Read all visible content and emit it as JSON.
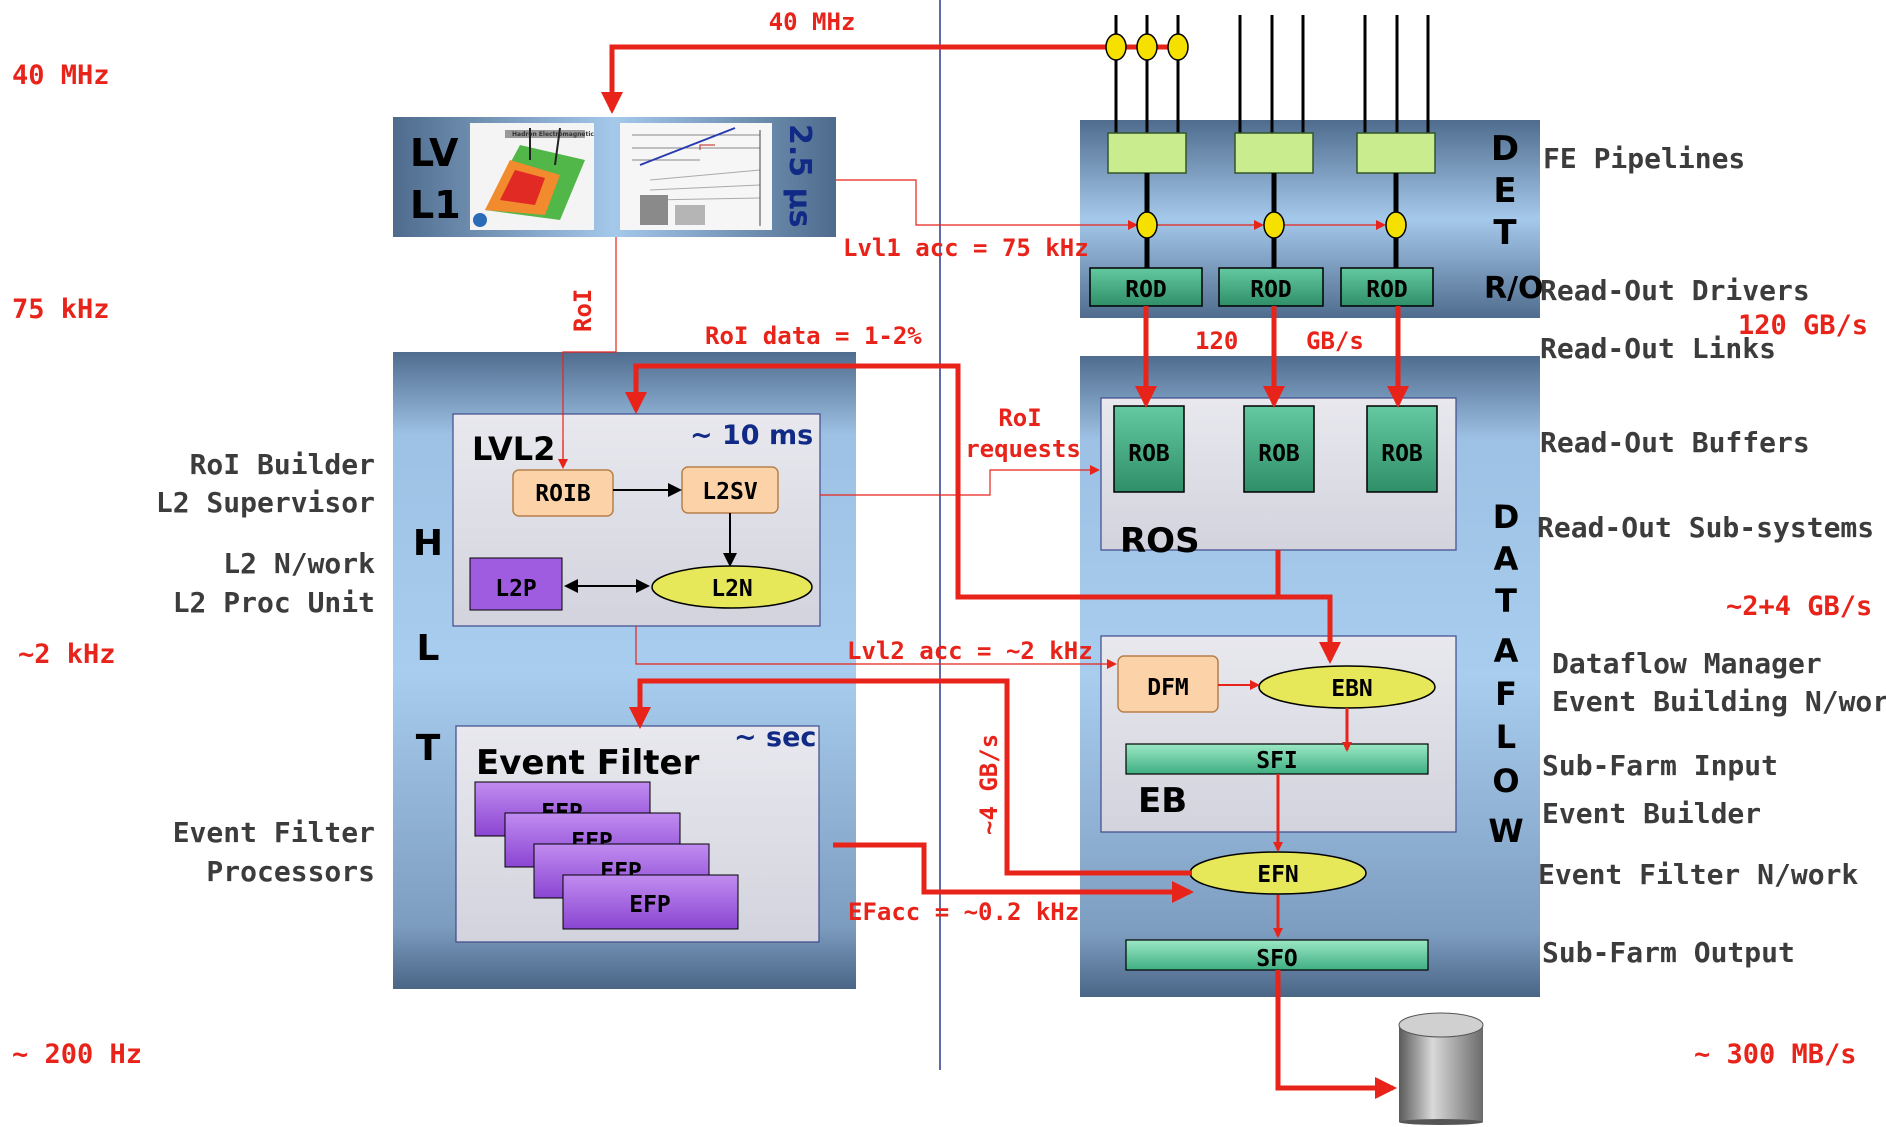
{
  "rates": {
    "r40mhz": "40 MHz",
    "r75khz": "75 kHz",
    "r2khz": "~2 kHz",
    "r200hz": "~ 200 Hz"
  },
  "right_rates": {
    "r120gbs": "120 GB/s",
    "r24gbs": "~2+4 GB/s",
    "r300mbs": "~ 300 MB/s"
  },
  "top_labels": {
    "clock": "40 MHz",
    "lvl1_acc": "Lvl1 acc = 75 kHz",
    "roi_vertical": "RoI",
    "roi_data": "RoI data = 1-2%",
    "readout_120": "120",
    "readout_gbs": "GB/s",
    "roi_requests_1": "RoI",
    "roi_requests_2": "requests",
    "lvl2_acc": "Lvl2 acc = ~2 kHz",
    "ef_bw": "~4 GB/s",
    "ef_acc": "EFacc = ~0.2 kHz"
  },
  "lvl1": {
    "label_line1": "LV",
    "label_line2": "L1",
    "latency": "2.5 μs",
    "image_caption": "Hadron Electromagnetic"
  },
  "hlt": {
    "letters": [
      "H",
      "L",
      "T"
    ],
    "lvl2_title": "LVL2",
    "lvl2_time": "~ 10 ms",
    "roib": "ROIB",
    "l2sv": "L2SV",
    "l2p": "L2P",
    "l2n": "L2N",
    "ef_title": "Event Filter",
    "ef_time": "~ sec",
    "efp": [
      "EFP",
      "EFP",
      "EFP",
      "EFP"
    ]
  },
  "left_labels": {
    "roi_builder": "RoI Builder",
    "l2_supervisor": "L2 Supervisor",
    "l2_network": "L2 N/work",
    "l2_proc": "L2 Proc Unit",
    "ef_line1": "Event Filter",
    "ef_line2": "Processors"
  },
  "detector": {
    "letters": [
      "D",
      "E",
      "T"
    ],
    "ro_label": "R/O",
    "rods": [
      "ROD",
      "ROD",
      "ROD"
    ]
  },
  "dataflow": {
    "letters": [
      "D",
      "A",
      "T",
      "A",
      "F",
      "L",
      "O",
      "W"
    ],
    "robs": [
      "ROB",
      "ROB",
      "ROB"
    ],
    "ros": "ROS",
    "dfm": "DFM",
    "ebn": "EBN",
    "sfi": "SFI",
    "eb": "EB",
    "efn": "EFN",
    "sfo": "SFO"
  },
  "right_labels": {
    "fe": "FE Pipelines",
    "rod": "Read-Out Drivers",
    "links": "Read-Out Links",
    "rob": "Read-Out Buffers",
    "ros": "Read-Out Sub-systems",
    "dfm": "Dataflow Manager",
    "ebn": "Event Building N/work",
    "sfi": "Sub-Farm Input",
    "eb": "Event Builder",
    "efn": "Event Filter N/work",
    "sfo": "Sub-Farm Output"
  },
  "colors": {
    "accent_red": "#e8231a",
    "panel_blue": "#8fb3d6",
    "panel_dark": "#4d6a8c",
    "rod_green": "#5fc39d",
    "pipe_green": "#c6ea8a",
    "oval_yellow": "#e6e85a",
    "box_peach": "#fcd3a8",
    "efp_purple": "#a05ce0",
    "axis_navy": "#102a86"
  }
}
